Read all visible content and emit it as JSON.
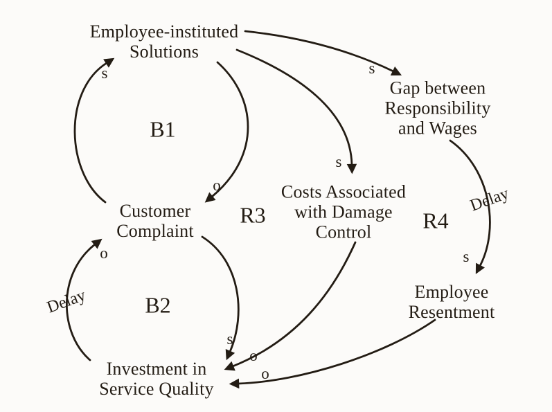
{
  "diagram": {
    "kind": "causal-loop-diagram",
    "ink_color": "#231c14",
    "background_color": "#fcfbf9"
  },
  "nodes": [
    {
      "id": "employee-instituted-solutions",
      "text": "Employee-instituted\nSolutions"
    },
    {
      "id": "gap-between-responsibility-and-wages",
      "text": "Gap between\nResponsibility\nand Wages"
    },
    {
      "id": "customer-complaint",
      "text": "Customer\nComplaint"
    },
    {
      "id": "costs-associated-with-damage-control",
      "text": "Costs Associated\nwith Damage\nControl"
    },
    {
      "id": "employee-resentment",
      "text": "Employee\nResentment"
    },
    {
      "id": "investment-in-service-quality",
      "text": "Investment in\nService Quality"
    }
  ],
  "loops": [
    {
      "label": "B1"
    },
    {
      "label": "B2"
    },
    {
      "label": "R3"
    },
    {
      "label": "R4"
    }
  ],
  "links": [
    {
      "from": "customer-complaint",
      "to": "employee-instituted-solutions",
      "polarity": "s"
    },
    {
      "from": "employee-instituted-solutions",
      "to": "customer-complaint",
      "polarity": "o"
    },
    {
      "from": "employee-instituted-solutions",
      "to": "gap-between-responsibility-and-wages",
      "polarity": "s"
    },
    {
      "from": "employee-instituted-solutions",
      "to": "costs-associated-with-damage-control",
      "polarity": "s"
    },
    {
      "from": "investment-in-service-quality",
      "to": "customer-complaint",
      "polarity": "o",
      "delay": "Delay"
    },
    {
      "from": "customer-complaint",
      "to": "investment-in-service-quality",
      "polarity": "s"
    },
    {
      "from": "costs-associated-with-damage-control",
      "to": "investment-in-service-quality",
      "polarity": "o"
    },
    {
      "from": "gap-between-responsibility-and-wages",
      "to": "employee-resentment",
      "polarity": "s",
      "delay": "Delay"
    },
    {
      "from": "employee-resentment",
      "to": "investment-in-service-quality",
      "polarity": "o"
    }
  ]
}
